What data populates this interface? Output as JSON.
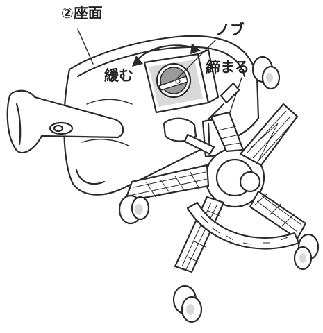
{
  "labels": {
    "seat": "②座面",
    "knob": "ノブ",
    "loosen": "緩む",
    "tighten": "締まる"
  },
  "colors": {
    "ink": "#2a2a2a",
    "shade": "#d9d9d9",
    "knob_face": "#9a9a9a",
    "background": "#ffffff"
  },
  "icons": {
    "rotation_arrow": "double-headed-curved-arrow"
  }
}
